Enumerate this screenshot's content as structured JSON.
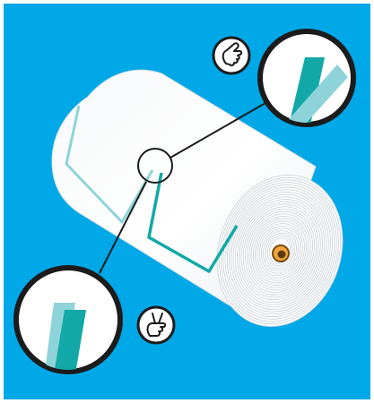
{
  "illustration": {
    "subject": "paper-roll",
    "background_color": "#00a8e8",
    "frame_color": "#ffffff",
    "paper_color": "#ffffff",
    "paper_shade_color": "#e9edf0",
    "line_color": "#1b1b1b",
    "accent_color_dark": "#12a8a8",
    "accent_color_light": "#8ed3d9"
  },
  "callouts": [
    {
      "id": "detail-top",
      "icon": "hand-pointing-icon"
    },
    {
      "id": "detail-bottom",
      "icon": "victory-hand-icon"
    }
  ]
}
